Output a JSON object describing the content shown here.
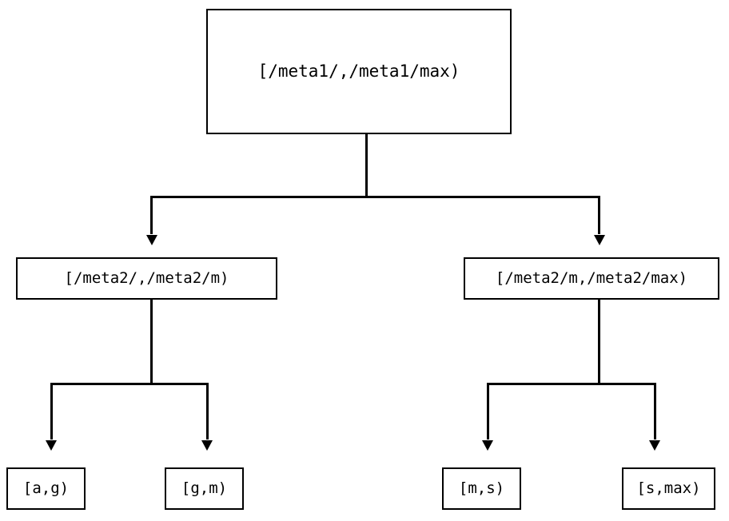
{
  "diagram": {
    "type": "binary-interval-partition-tree",
    "nodes": {
      "root": {
        "label": "[/meta1/,/meta1/max)",
        "level": 0
      },
      "left_mid": {
        "label": "[/meta2/,/meta2/m)",
        "level": 1
      },
      "right_mid": {
        "label": "[/meta2/m,/meta2/max)",
        "level": 1
      },
      "leaf_ag": {
        "label": "[a,g)",
        "level": 2
      },
      "leaf_gm": {
        "label": "[g,m)",
        "level": 2
      },
      "leaf_ms": {
        "label": "[m,s)",
        "level": 2
      },
      "leaf_smax": {
        "label": "[s,max)",
        "level": 2
      }
    },
    "edges": [
      {
        "from": "root",
        "to": "left_mid",
        "arrow": "down"
      },
      {
        "from": "root",
        "to": "right_mid",
        "arrow": "down"
      },
      {
        "from": "left_mid",
        "to": "leaf_ag",
        "arrow": "down"
      },
      {
        "from": "left_mid",
        "to": "leaf_gm",
        "arrow": "down"
      },
      {
        "from": "right_mid",
        "to": "leaf_ms",
        "arrow": "down"
      },
      {
        "from": "right_mid",
        "to": "leaf_smax",
        "arrow": "down"
      }
    ],
    "colors": {
      "background": "#ffffff",
      "stroke": "#000000",
      "text": "#000000",
      "node_fill": "#ffffff"
    }
  }
}
